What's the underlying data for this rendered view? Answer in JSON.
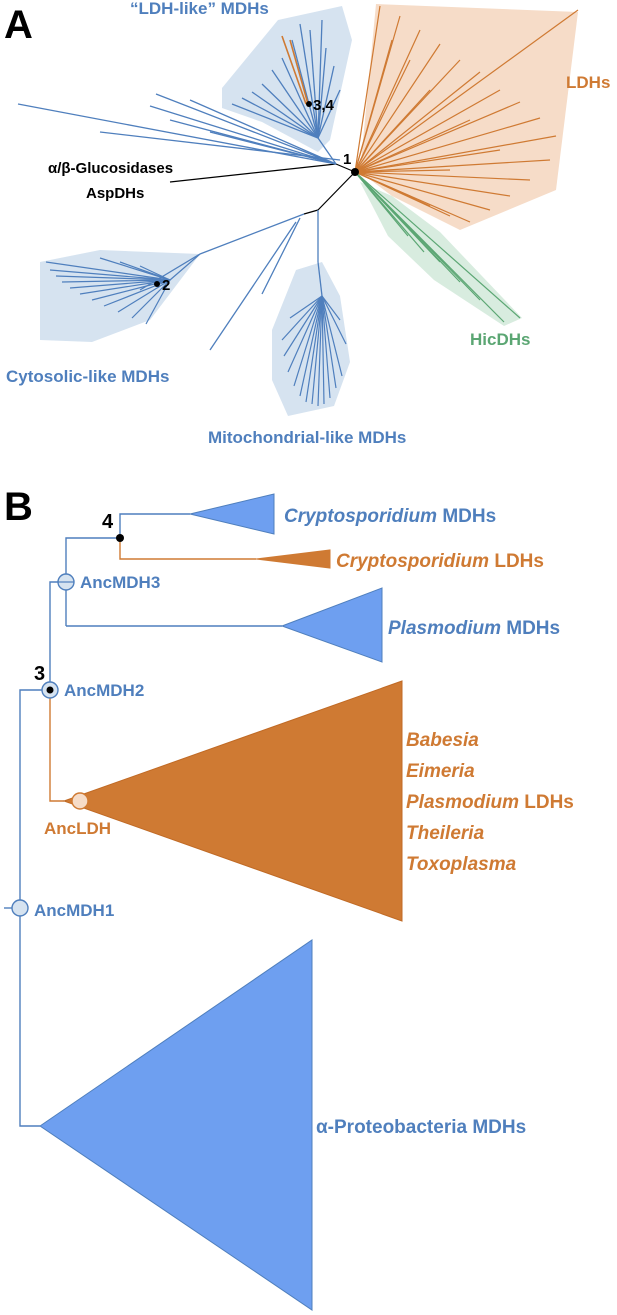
{
  "colors": {
    "mdh": "#4f7fbd",
    "mdh_fill": "#d6e3f0",
    "mdh_triangle": "#6e9ff0",
    "ldh": "#cf7a33",
    "ldh_fill": "#f6dcc8",
    "hicdh": "#5ba673",
    "hicdh_fill": "#d8ecdf",
    "black": "#000000"
  },
  "panel_a": {
    "letter": "A",
    "labels": {
      "ldh_like": "“LDH-like” MDHs",
      "ldhs": "LDHs",
      "glucosidases": "α/β-Glucosidases",
      "aspdhs": "AspDHs",
      "cytosolic": "Cytosolic-like MDHs",
      "mitochondrial": "Mitochondrial-like MDHs",
      "hicdhs": "HicDHs"
    },
    "nodes": {
      "n1": "1",
      "n2": "2",
      "n34": "3,4"
    }
  },
  "panel_b": {
    "letter": "B",
    "node3": "3",
    "node4": "4",
    "ancestors": {
      "anc1": "AncMDH1",
      "anc2": "AncMDH2",
      "anc3": "AncMDH3",
      "ancldh": "AncLDH"
    },
    "clades": {
      "crypto_mdh": {
        "italic": "Cryptosporidium",
        "rest": " MDHs"
      },
      "crypto_ldh": {
        "italic": "Cryptosporidium",
        "rest": " LDHs"
      },
      "plasmo_mdh": {
        "italic": "Plasmodium",
        "rest": " MDHs"
      },
      "apicomplexan_ldh": {
        "babesia": "Babesia",
        "eimeria": "Eimeria",
        "plasmodium": "Plasmodium",
        "plasmodium_rest": " LDHs",
        "theileria": "Theileria",
        "toxoplasma": "Toxoplasma"
      },
      "proteo": "α-Proteobacteria MDHs"
    }
  }
}
